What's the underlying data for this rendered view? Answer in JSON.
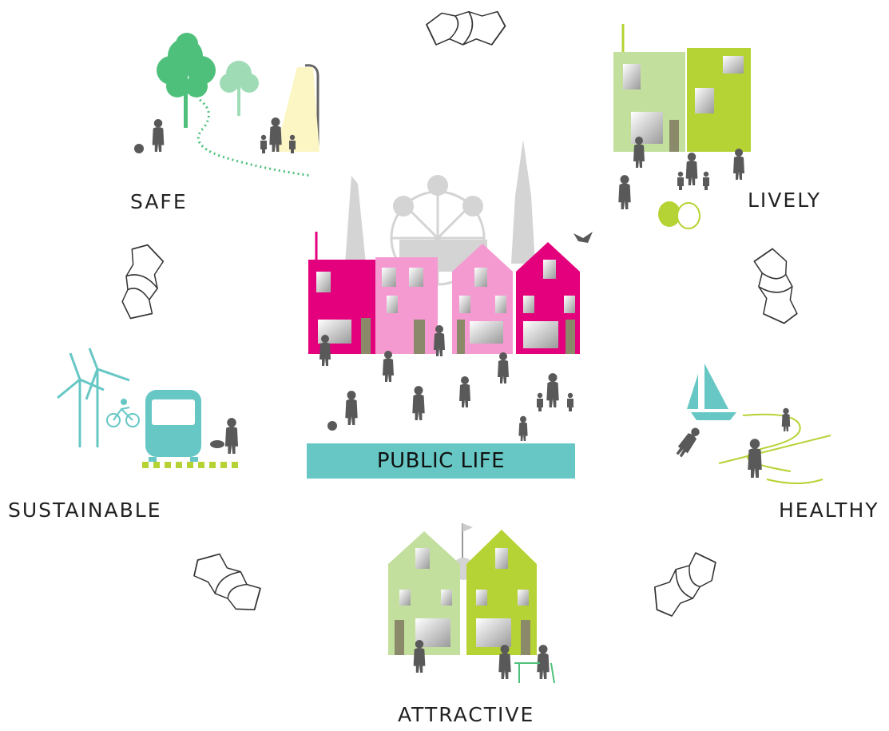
{
  "center": {
    "label": "PUBLIC LIFE"
  },
  "qualities": {
    "safe": "SAFE",
    "lively": "LIVELY",
    "healthy": "HEALTHY",
    "attractive": "ATTRACTIVE",
    "sustainable": "SUSTAINABLE"
  },
  "colors": {
    "magenta": "#e4007c",
    "pink": "#f49ad0",
    "lime": "#b5d334",
    "light_green": "#c3df9e",
    "teal": "#66c7c5",
    "tree_green": "#4fc07b",
    "lamp_yellow": "#fbf6c4",
    "silhouette_gray": "#595959",
    "skyline_gray": "#d4d4d4"
  },
  "icons": [
    "arrow-cycle-icon",
    "tree-icon",
    "street-lamp-icon",
    "ferris-wheel-icon",
    "wind-turbine-icon",
    "bus-icon",
    "bicycle-icon",
    "sailboat-icon",
    "theater-masks-icon",
    "flag-icon",
    "bird-icon"
  ]
}
